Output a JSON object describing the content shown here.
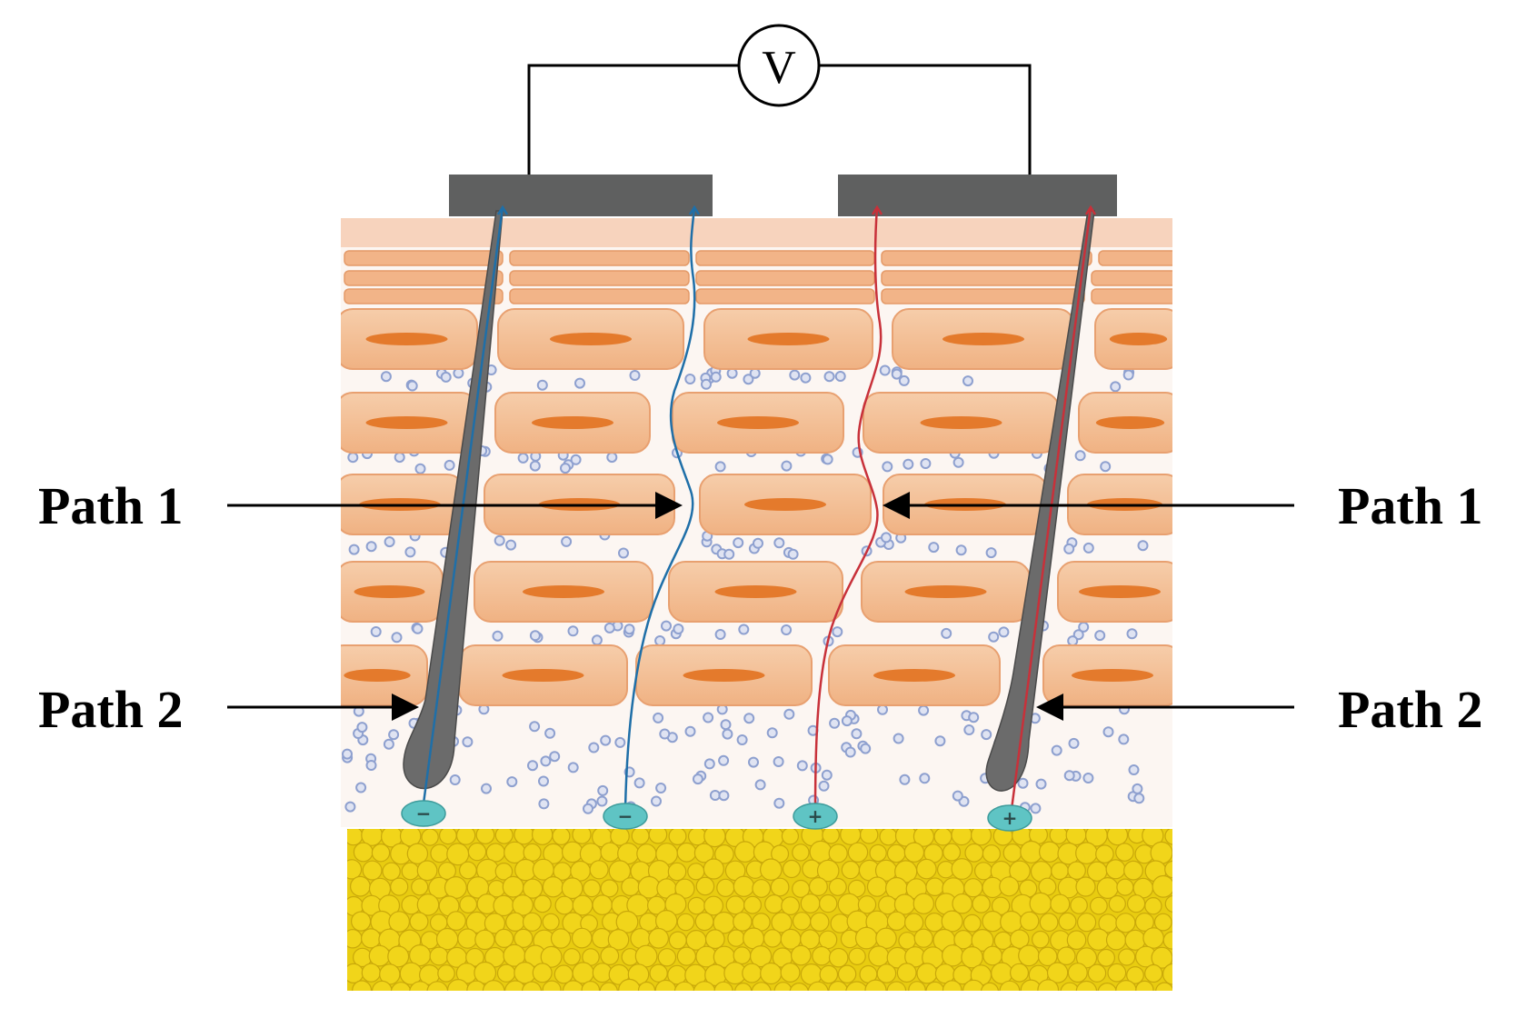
{
  "diagram": {
    "voltmeter_symbol": "V",
    "labels": {
      "left_top": "Path 1",
      "right_top": "Path 1",
      "left_bottom": "Path 2",
      "right_bottom": "Path 2"
    },
    "ion_signs": [
      "−",
      "−",
      "+",
      "+"
    ],
    "colors": {
      "electrode": "#5f5f5f",
      "cell_fill": "#f3b98e",
      "nucleus": "#e47a2c",
      "blue_path": "#1f6fa8",
      "red_path": "#c8313a",
      "hair": "#6b6b6b",
      "fat": "#e8cc10",
      "ion": "#5fc4c4",
      "dot": "#8ea0cf"
    }
  }
}
